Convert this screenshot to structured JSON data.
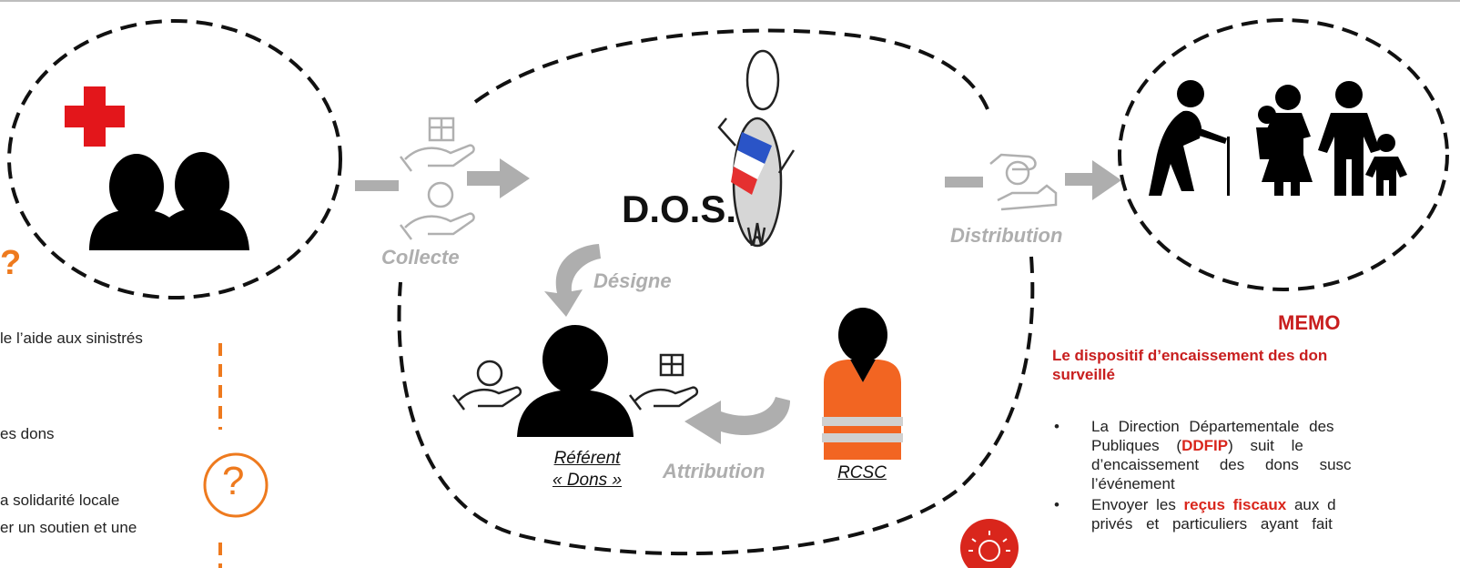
{
  "nodes": {
    "collecte": "Collecte",
    "dos": "D.O.S.",
    "designe": "Désigne",
    "referent_line1": "Référent",
    "referent_line2": "« Dons »",
    "attribution": "Attribution",
    "rcsc": "RCSC",
    "distribution": "Distribution"
  },
  "left_panel": {
    "question_mark": "?",
    "line1": "le l’aide aux sinistrés",
    "line2": "es dons",
    "line3": "a solidarité locale",
    "line4": "er un soutien et une",
    "help_icon_glyph": "?"
  },
  "memo": {
    "title": "MEMO",
    "subtitle_line1": "Le dispositif d’encaissement des don",
    "subtitle_line2": "surveillé",
    "bullet1": {
      "line1": "La Direction Départementale des",
      "line2_pre": "Publiques (",
      "line2_red": "DDFIP",
      "line2_post": ") suit le",
      "line3": "d’encaissement des dons susc",
      "line4": "l’événement"
    },
    "bullet2": {
      "line1_pre": "Envoyer les ",
      "line1_red": "reçus fiscaux",
      "line1_post": " aux d",
      "line2": "privés et particuliers ayant fait"
    }
  },
  "icons": [
    "red-cross-icon",
    "two-persons-icon",
    "hand-gift-icon",
    "hand-coin-icon",
    "mayor-figure-icon",
    "referent-person-icon",
    "rescuer-vest-icon",
    "handover-icon",
    "elderly-icon",
    "family-icon",
    "lightbulb-icon",
    "help-circle-icon"
  ],
  "colors": {
    "accent_red": "#d9261c",
    "accent_orange": "#ee7a1e",
    "arrow_gray": "#aeaeae",
    "vest_orange": "#f26522"
  }
}
